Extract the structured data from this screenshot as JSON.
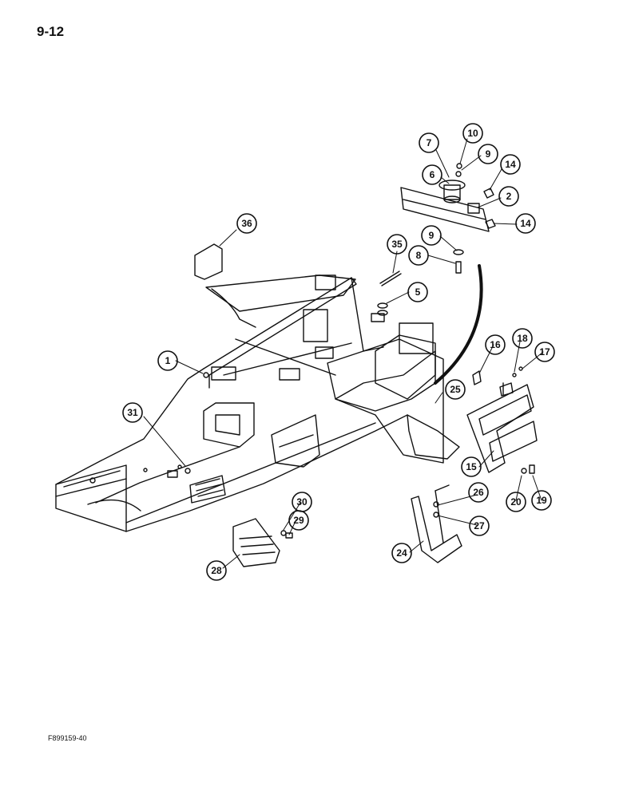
{
  "page": {
    "number": "9-12",
    "figure_code": "F899159-40"
  },
  "callouts": [
    "1",
    "2",
    "5",
    "6",
    "7",
    "8",
    "9",
    "9",
    "10",
    "14",
    "14",
    "15",
    "16",
    "17",
    "18",
    "19",
    "20",
    "24",
    "25",
    "26",
    "27",
    "28",
    "29",
    "30",
    "31",
    "35",
    "36"
  ]
}
